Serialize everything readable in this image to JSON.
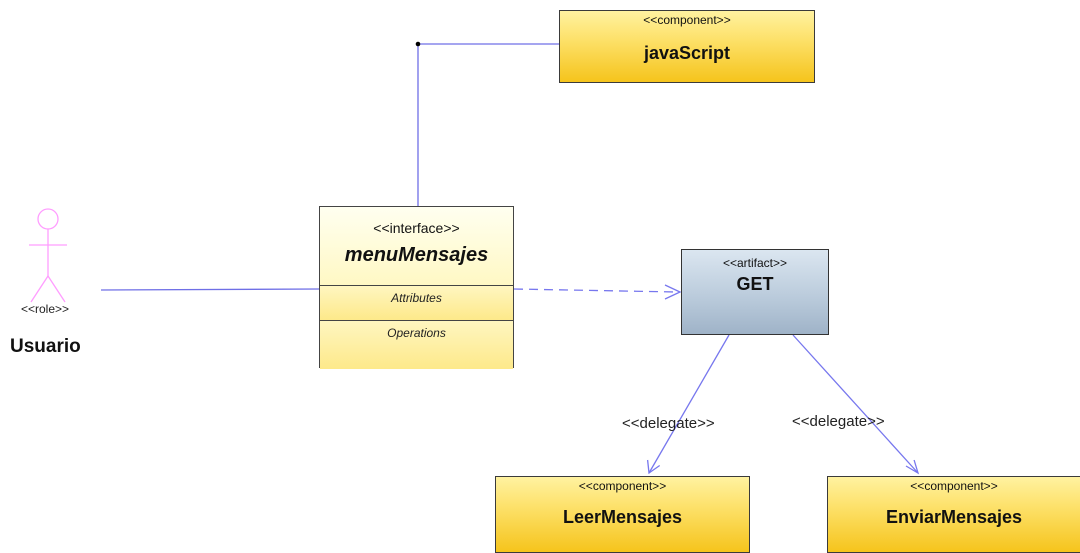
{
  "actor": {
    "stereotype": "<<role>>",
    "name": "Usuario"
  },
  "interface": {
    "stereotype": "<<interface>>",
    "name": "menuMensajes",
    "sections": [
      "Attributes",
      "Operations"
    ]
  },
  "components": {
    "javascript": {
      "stereotype": "<<component>>",
      "name": "javaScript"
    },
    "leer": {
      "stereotype": "<<component>>",
      "name": "LeerMensajes"
    },
    "enviar": {
      "stereotype": "<<component>>",
      "name": "EnviarMensajes"
    }
  },
  "artifact": {
    "stereotype": "<<artifact>>",
    "name": "GET"
  },
  "connectors": {
    "delegate_left": "<<delegate>>",
    "delegate_right": "<<delegate>>"
  },
  "colors": {
    "line": "#6f6fe6",
    "actor": "#ff9dff",
    "component_fill": "#f5c41c",
    "artifact_fill": "#b8c9da"
  }
}
